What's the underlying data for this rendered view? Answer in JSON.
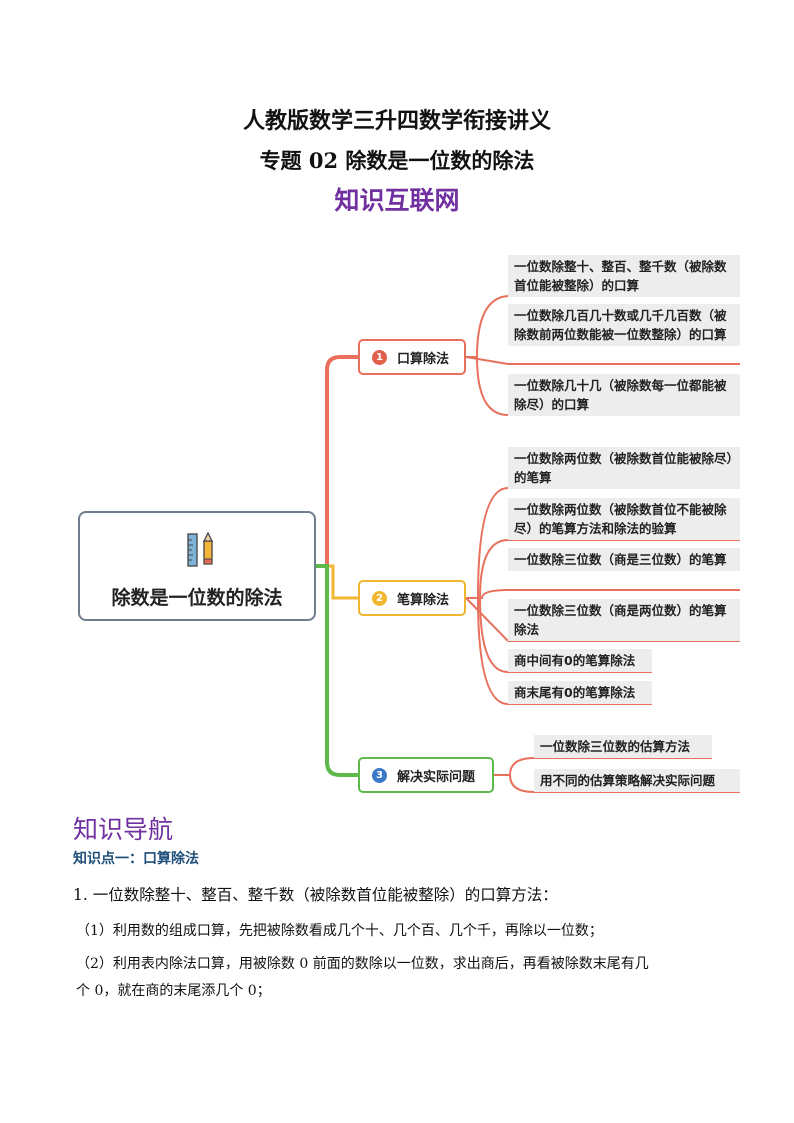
{
  "header": {
    "title": "人教版数学三升四数学衔接讲义",
    "subtitle": "专题 02  除数是一位数的除法",
    "section": "知识互联网"
  },
  "mindmap": {
    "root": "除数是一位数的除法",
    "root_icon": "ruler-pencil-icon",
    "branches": [
      {
        "num": "1",
        "label": "口算除法",
        "color": "#e8705c",
        "leaves": [
          "一位数除整十、整百、整千数（被除数首位能被整除）的口算",
          "一位数除几百几十数或几千几百数（被除数前两位数能被一位数整除）的口算",
          "一位数除几十几（被除数每一位都能被除尽）的口算"
        ]
      },
      {
        "num": "2",
        "label": "笔算除法",
        "color": "#f2b630",
        "leaves": [
          "一位数除两位数（被除数首位能被除尽）的笔算",
          "一位数除两位数（被除数首位不能被除尽）的笔算方法和除法的验算",
          "一位数除三位数（商是三位数）的笔算",
          "一位数除三位数（商是两位数）的笔算除法",
          "商中间有0的笔算除法",
          "商末尾有0的笔算除法"
        ]
      },
      {
        "num": "3",
        "label": "解决实际问题",
        "color": "#5fb94a",
        "leaves": [
          "一位数除三位数的估算方法",
          "用不同的估算策略解决实际问题"
        ]
      }
    ]
  },
  "nav": {
    "heading": "知识导航",
    "point": "知识点一：口算除法",
    "p1": "1. 一位数除整十、整百、整千数（被除数首位能被整除）的口算方法：",
    "p2": "（1）利用数的组成口算，先把被除数看成几个十、几个百、几个千，再除以一位数；",
    "p3": "（2）利用表内除法口算，用被除数 0 前面的数除以一位数，求出商后，再看被除数末尾有几",
    "p4": "个 0，就在商的末尾添几个 0；"
  }
}
